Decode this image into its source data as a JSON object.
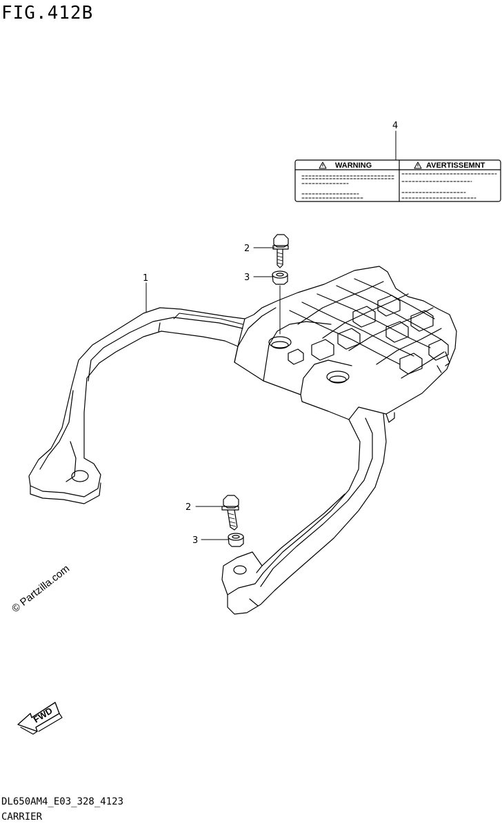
{
  "figure": {
    "title": "FIG.412B"
  },
  "callouts": {
    "carrier": "1",
    "bolt_upper": "2",
    "washer_upper": "3",
    "bolt_lower": "2",
    "washer_lower": "3",
    "label": "4"
  },
  "warning_label": {
    "left_heading": "WARNING",
    "right_heading": "AVERTISSEMNT"
  },
  "watermark": {
    "text": "© Partzilla.com"
  },
  "direction": {
    "text": "FWD"
  },
  "footer": {
    "code": "DL650AM4_E03_328_4123",
    "name": "CARRIER"
  }
}
